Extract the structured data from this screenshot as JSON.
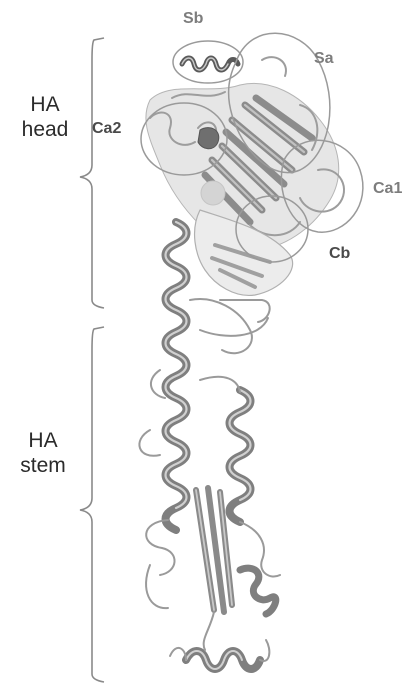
{
  "regions": {
    "head": {
      "line1": "HA",
      "line2": "head"
    },
    "stem": {
      "line1": "HA",
      "line2": "stem"
    }
  },
  "antigenic_sites": {
    "sb": "Sb",
    "sa": "Sa",
    "ca2": "Ca2",
    "ca1": "Ca1",
    "cb": "Cb"
  },
  "colors": {
    "ribbon": "#a9a9a9",
    "ribbon_dark": "#6f6f6f",
    "site_circle": "#9a9a9a",
    "bracket": "#8a8a8a",
    "receptor_marker": "#d4d4d4"
  }
}
